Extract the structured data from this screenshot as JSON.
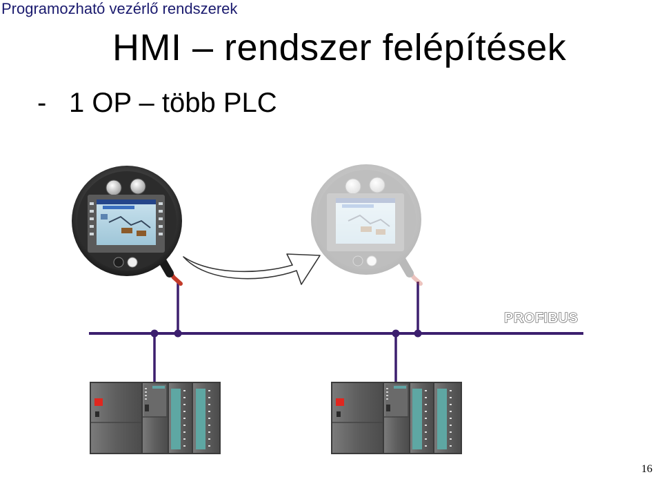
{
  "header": {
    "course_title": "Programozható vezérlő rendszerek"
  },
  "slide": {
    "title": "HMI – rendszer felépítések",
    "bullet_dash": "-",
    "bullet_text": "1 OP – több PLC",
    "page_number": "16"
  },
  "diagram": {
    "bus_label": "PROFIBUS",
    "bus_color": "#3c1f6e",
    "devices": [
      {
        "id": "op-panel-active",
        "kind": "Mobile Operator Panel",
        "state": "connected"
      },
      {
        "id": "op-panel-ghost",
        "kind": "Mobile Operator Panel",
        "state": "moved"
      },
      {
        "id": "plc-1",
        "kind": "PLC rack"
      },
      {
        "id": "plc-2",
        "kind": "PLC rack"
      }
    ]
  }
}
